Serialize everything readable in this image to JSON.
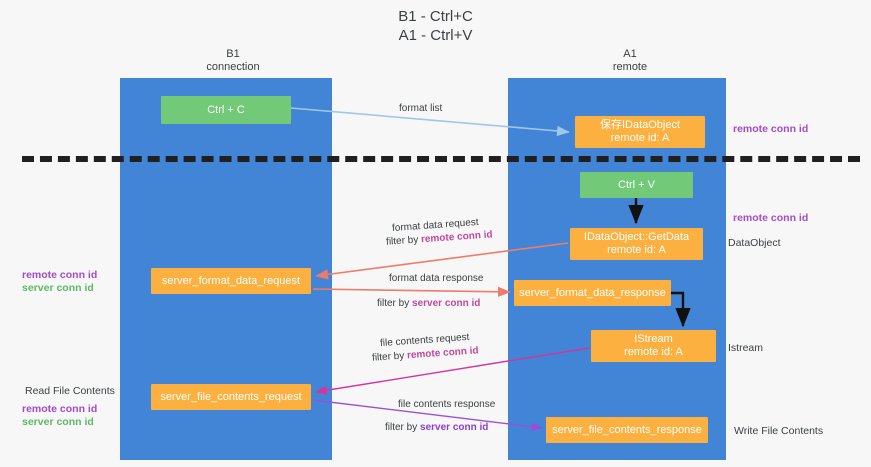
{
  "title": "B1 - Ctrl+C\nA1 - Ctrl+V",
  "columns": {
    "left": "B1\nconnection",
    "right": "A1\nremote"
  },
  "nodes": {
    "ctrl_c": "Ctrl + C",
    "data_object": "保存IDataObject\nremote id: A",
    "ctrl_v": "Ctrl + V",
    "get_data": "IDataObject::GetData\nremote id: A",
    "server_format_data_request": "server_format_data_request",
    "server_format_data_response": "server_format_data_response",
    "istream": "IStream\nremote id: A",
    "server_file_contents_request": "server_file_contents_request",
    "server_file_contents_response": "server_file_contents_response"
  },
  "edges": {
    "format_list": "format list",
    "format_data_request": "format data request",
    "format_data_request_filter_prefix": "filter by ",
    "format_data_request_filter_key": "remote conn id",
    "format_data_response": "format data response",
    "format_data_response_filter_prefix": "filter by ",
    "format_data_response_filter_key": "server conn id",
    "file_contents_request": "file contents request",
    "file_contents_request_filter_prefix": "filter by ",
    "file_contents_request_filter_key": "remote conn id",
    "file_contents_response": "file contents response",
    "file_contents_response_filter_prefix": "filter by ",
    "file_contents_response_filter_key": "server conn id"
  },
  "annotations": {
    "remote_conn_id_top": "remote conn id",
    "remote_conn_id_mid": "remote conn id",
    "data_object": "DataObject",
    "istream": "Istream",
    "write_file_contents": "Write File Contents",
    "read_file_contents": "Read File Contents",
    "left_format_remote": "remote conn id",
    "left_format_server": "server conn id",
    "left_file_remote": "remote conn id",
    "left_file_server": "server conn id"
  },
  "colors": {
    "lane": "#4285d6",
    "green_node": "#72ca78",
    "orange_node": "#fbb040",
    "purple_label": "#a44bc8",
    "green_label": "#5fb865",
    "blue_arrow": "#9fc7ea",
    "red_arrow": "#ef7b6a",
    "magenta_arrow": "#d6339c",
    "violet_arrow": "#9b4fd8",
    "black_arrow": "#111111",
    "divider": "#202020"
  }
}
